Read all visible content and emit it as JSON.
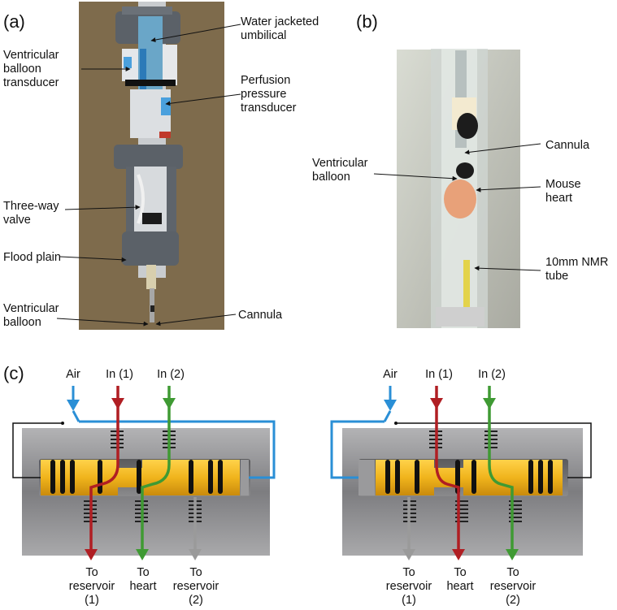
{
  "panels": {
    "a": "(a)",
    "b": "(b)",
    "c": "(c)"
  },
  "panel_a": {
    "labels": {
      "water_jacketed_umbilical": "Water jacketed\numbilical",
      "ventricular_balloon_transducer": "Ventricular\nballoon\ntransducer",
      "perfusion_pressure_transducer": "Perfusion\npressure\ntransducer",
      "three_way_valve": "Three-way\nvalve",
      "flood_plain": "Flood plain",
      "ventricular_balloon": "Ventricular\nballoon",
      "cannula": "Cannula"
    }
  },
  "panel_b": {
    "labels": {
      "cannula": "Cannula",
      "ventricular_balloon": "Ventricular\nballoon",
      "mouse_heart": "Mouse\nheart",
      "nmr_tube": "10mm NMR\ntube"
    }
  },
  "panel_c": {
    "valve_left": {
      "air": "Air",
      "in1": "In (1)",
      "in2": "In (2)",
      "out_reservoir1": "To\nreservoir\n(1)",
      "out_heart": "To\nheart",
      "out_reservoir2": "To\nreservoir\n(2)"
    },
    "valve_right": {
      "air": "Air",
      "in1": "In (1)",
      "in2": "In (2)",
      "out_reservoir1": "To\nreservoir\n(1)",
      "out_heart": "To\nheart",
      "out_reservoir2": "To\nreservoir\n(2)"
    }
  },
  "colors": {
    "air_line": "#2a8fd6",
    "line_in1": "#b01e23",
    "line_in2": "#3f9a33",
    "reservoir_grey": "#9a9a9a",
    "spool_yellow": "#f0b41c",
    "valve_body": "#8a8a8c",
    "photo_a_background": "#7e6b4c"
  }
}
